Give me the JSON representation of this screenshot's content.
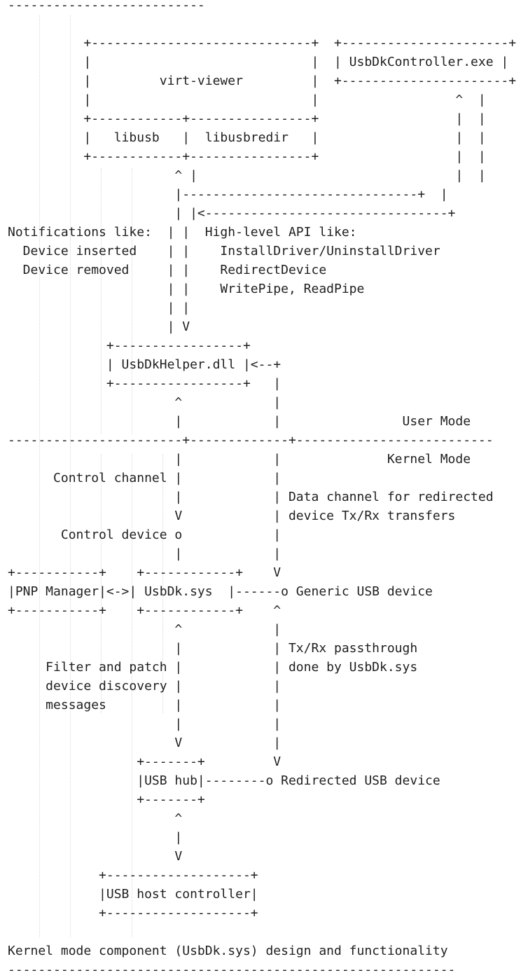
{
  "diagram": {
    "lines": [
      "--------------------------",
      "",
      "          +-----------------------------+  +----------------------+",
      "          |                             |  | UsbDkController.exe |",
      "          |         virt-viewer         |  +----------------------+",
      "          |                             |                  ^  |",
      "          +------------+----------------+                  |  |",
      "          |   libusb   |  libusbredir   |                  |  |",
      "          +------------+----------------+                  |  |",
      "                      ^ |                                  |  |",
      "                      |-------------------------------+  |",
      "                      | |<--------------------------------+",
      "Notifications like:  | |  High-level API like:",
      "  Device inserted    | |    InstallDriver/UninstallDriver",
      "  Device removed     | |    RedirectDevice",
      "                     | |    WritePipe, ReadPipe",
      "                     | |",
      "                     | V",
      "             +-----------------+",
      "             | UsbDkHelper.dll |<--+",
      "             +-----------------+   |",
      "                      ^            |",
      "                      |            |                User Mode",
      "-----------------------+-------------+--------------------------",
      "                      |            |              Kernel Mode",
      "      Control channel |            |",
      "                      |            | Data channel for redirected",
      "                      V            | device Tx/Rx transfers",
      "       Control device o            |",
      "                      |            |",
      "+-----------+    +------------+    V",
      "|PNP Manager|<->| UsbDk.sys  |------o Generic USB device",
      "+-----------+    +------------+    ^",
      "                      ^            |",
      "                      |            | Tx/Rx passthrough",
      "     Filter and patch |            | done by UsbDk.sys",
      "     device discovery |            |",
      "     messages         |            |",
      "                      |            |",
      "                      V            |",
      "                 +-------+         V",
      "                 |USB hub|--------o Redirected USB device",
      "                 +-------+",
      "                      ^",
      "                      |",
      "                      V",
      "            +-------------------+",
      "            |USB host controller|",
      "            +-------------------+",
      "",
      "Kernel mode component (UsbDk.sys) design and functionality",
      "-----------------------------------------------------------"
    ]
  }
}
